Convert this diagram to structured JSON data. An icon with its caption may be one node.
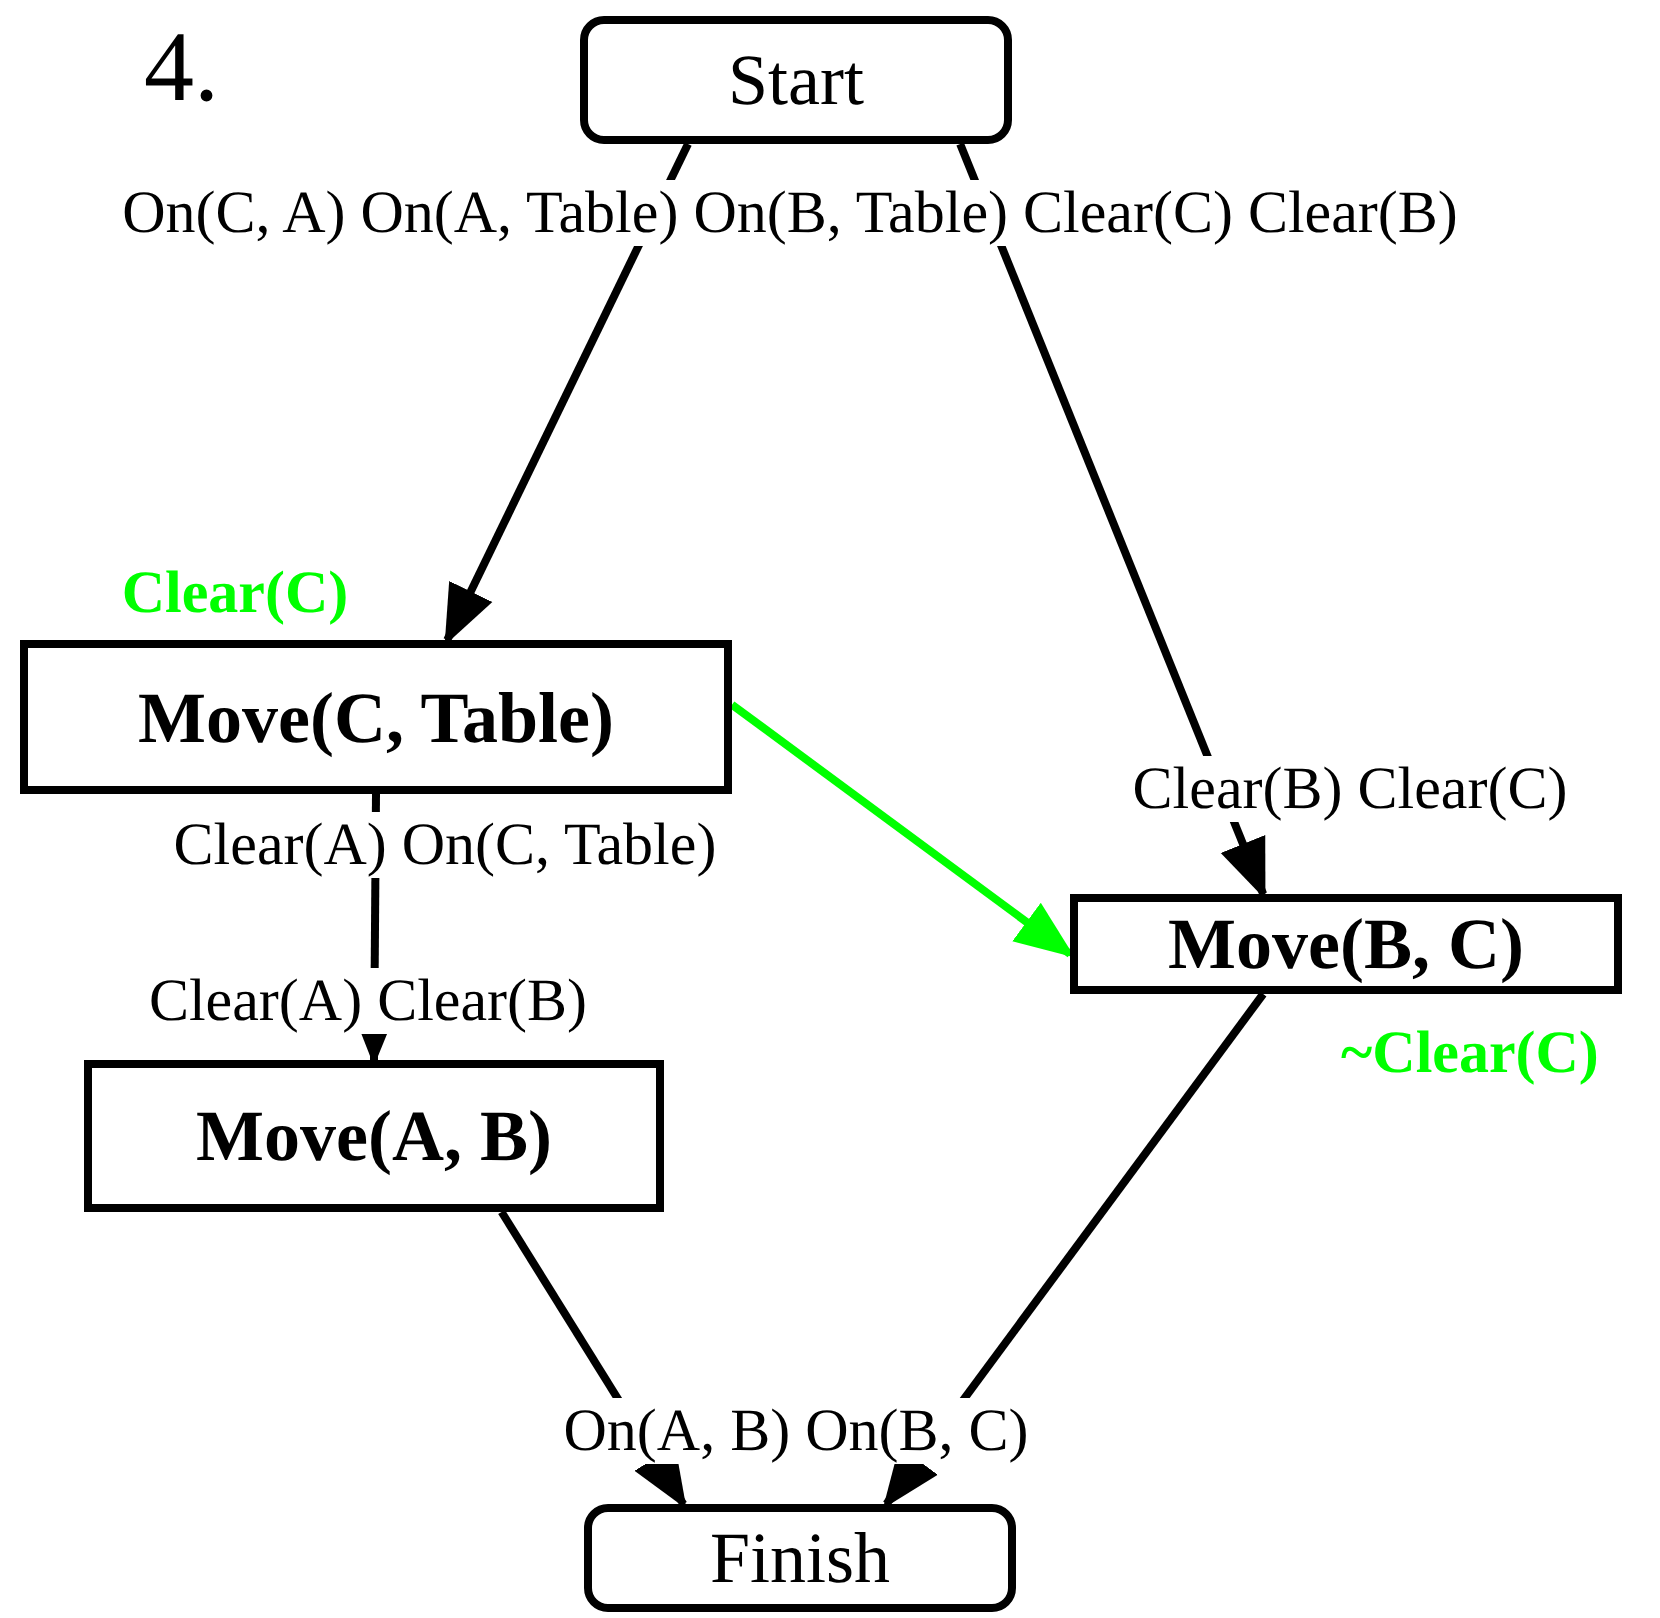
{
  "diagram": {
    "title": "4.",
    "nodes": [
      {
        "text": [
          "Start"
        ],
        "beside": [
          "On(C, A) On(A, Table) On(B, Table) Clear(C) Clear(B)"
        ]
      },
      {
        "text": [
          "Move(C, Table)"
        ],
        "beside": [
          "Clear(C)",
          "Clear(A) On(C, Table)"
        ]
      },
      {
        "text": [
          "Move(B, C)"
        ],
        "beside": [
          "Clear(B) Clear(C)",
          "~Clear(C)"
        ]
      },
      {
        "text": [
          "Move(A, B)"
        ],
        "beside": [
          "Clear(A) Clear(B)"
        ]
      },
      {
        "text": [
          "Finish"
        ],
        "beside": [
          "On(A, B) On(B, C)"
        ]
      }
    ],
    "edges": [
      {
        "from": 0,
        "to": 1,
        "arrow": "to"
      },
      {
        "from": 0,
        "to": 2,
        "arrow": "to"
      },
      {
        "from": 1,
        "to": 2,
        "arrow": "to",
        "color": "#00ff00"
      },
      {
        "from": 1,
        "to": 3,
        "arrow": "to"
      },
      {
        "from": 3,
        "to": 4,
        "arrow": "to"
      },
      {
        "from": 2,
        "to": 4,
        "arrow": "to"
      }
    ]
  }
}
